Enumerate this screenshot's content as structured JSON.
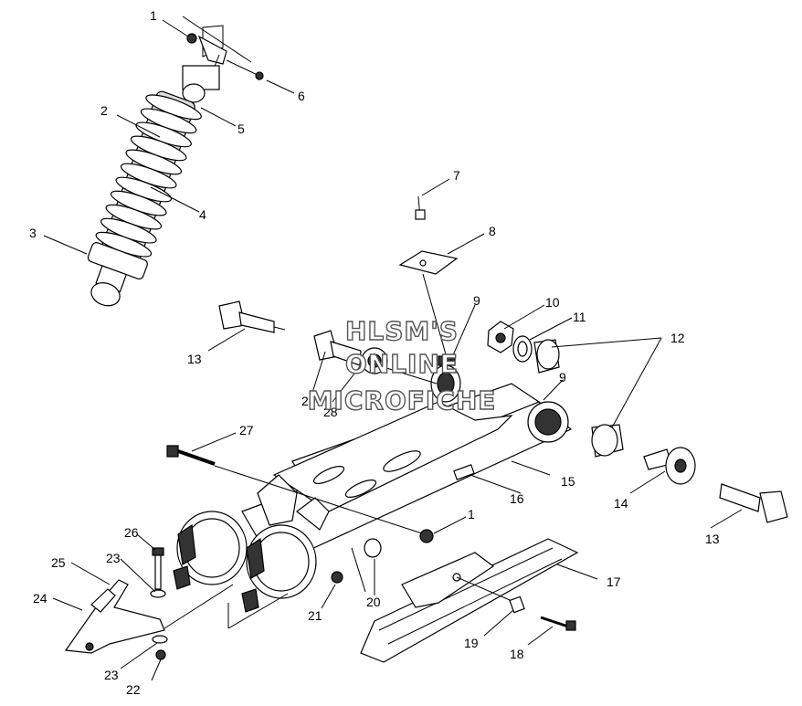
{
  "diagram": {
    "callouts": [
      {
        "id": "c1a",
        "text": "1"
      },
      {
        "id": "c2",
        "text": "2"
      },
      {
        "id": "c3",
        "text": "3"
      },
      {
        "id": "c4",
        "text": "4"
      },
      {
        "id": "c5",
        "text": "5"
      },
      {
        "id": "c6",
        "text": "6"
      },
      {
        "id": "c7",
        "text": "7"
      },
      {
        "id": "c8",
        "text": "8"
      },
      {
        "id": "c9a",
        "text": "9"
      },
      {
        "id": "c9b",
        "text": "9"
      },
      {
        "id": "c10",
        "text": "10"
      },
      {
        "id": "c11",
        "text": "11"
      },
      {
        "id": "c12",
        "text": "12"
      },
      {
        "id": "c13a",
        "text": "13"
      },
      {
        "id": "c13b",
        "text": "13"
      },
      {
        "id": "c14",
        "text": "14"
      },
      {
        "id": "c15",
        "text": "15"
      },
      {
        "id": "c16",
        "text": "16"
      },
      {
        "id": "c17",
        "text": "17"
      },
      {
        "id": "c18",
        "text": "18"
      },
      {
        "id": "c19",
        "text": "19"
      },
      {
        "id": "c20",
        "text": "20"
      },
      {
        "id": "c21",
        "text": "21"
      },
      {
        "id": "c22",
        "text": "22"
      },
      {
        "id": "c23a",
        "text": "23"
      },
      {
        "id": "c23b",
        "text": "23"
      },
      {
        "id": "c24",
        "text": "24"
      },
      {
        "id": "c25",
        "text": "25"
      },
      {
        "id": "c26",
        "text": "26"
      },
      {
        "id": "c27",
        "text": "27"
      },
      {
        "id": "c28",
        "text": "28"
      },
      {
        "id": "c29",
        "text": "29"
      },
      {
        "id": "c1b",
        "text": "1"
      }
    ]
  },
  "watermark": {
    "line1": "HLSM'S",
    "line2": "ONLINE",
    "line3": "MICROFICHE"
  }
}
